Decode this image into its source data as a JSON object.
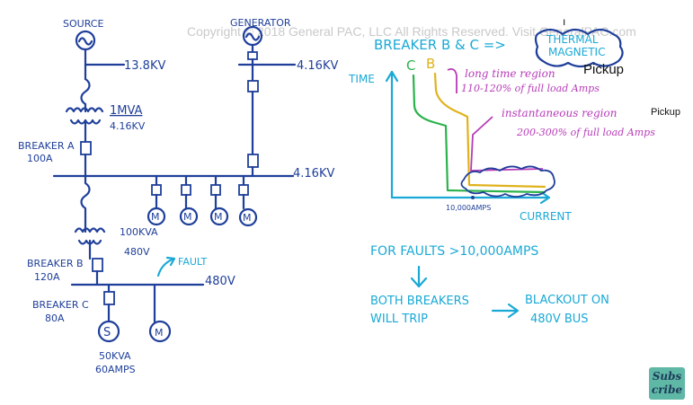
{
  "watermark": "Copyright © 2018 General PAC, LLC All Rights Reserved. Visit GeneralPAC.com",
  "one_line": {
    "source": "SOURCE",
    "source_kv": "13.8KV",
    "generator": "GENERATOR",
    "generator_kv": "4.16KV",
    "transformer1_mva": "1MVA",
    "transformer1_kv": "4.16KV",
    "breaker_a_name": "BREAKER A",
    "breaker_a_amps": "100A",
    "bus_416_kv": "4.16KV",
    "transformer2_kva": "100KVA",
    "transformer2_v": "480V",
    "breaker_b_name": "BREAKER B",
    "breaker_b_amps": "120A",
    "fault": "FAULT",
    "bus_480_v": "480V",
    "breaker_c_name": "BREAKER C",
    "breaker_c_amps": "80A",
    "load_s_symbol": "S",
    "motor_symbol": "M",
    "load_kva": "50KVA",
    "load_amps": "60AMPS"
  },
  "tcc": {
    "title": "BREAKER B & C =>",
    "type_line1": "THERMAL",
    "type_line2": "MAGNETIC",
    "y_axis": "TIME",
    "x_axis": "CURRENT",
    "curve_c": "C",
    "curve_b": "B",
    "pickup1": "Pickup",
    "long_time_line1": "long time region",
    "long_time_line2": "110-120% of full load Amps",
    "inst_line1": "instantaneous region",
    "pickup2": "Pickup",
    "inst_line2": "200-300% of full load Amps",
    "x_marker": "10,000AMPS",
    "curve_c_color": "#2bb24c",
    "curve_b_color": "#e0b21c",
    "annotation_color": "#b73bb8"
  },
  "conclusion": {
    "line1": "FOR FAULTS >10,000AMPS",
    "both_line1": "BOTH BREAKERS",
    "both_line2": "WILL TRIP",
    "result_line1": "BLACKOUT ON",
    "result_line2": "480V BUS"
  },
  "subscribe": {
    "line1": "Subs",
    "line2": "cribe"
  }
}
